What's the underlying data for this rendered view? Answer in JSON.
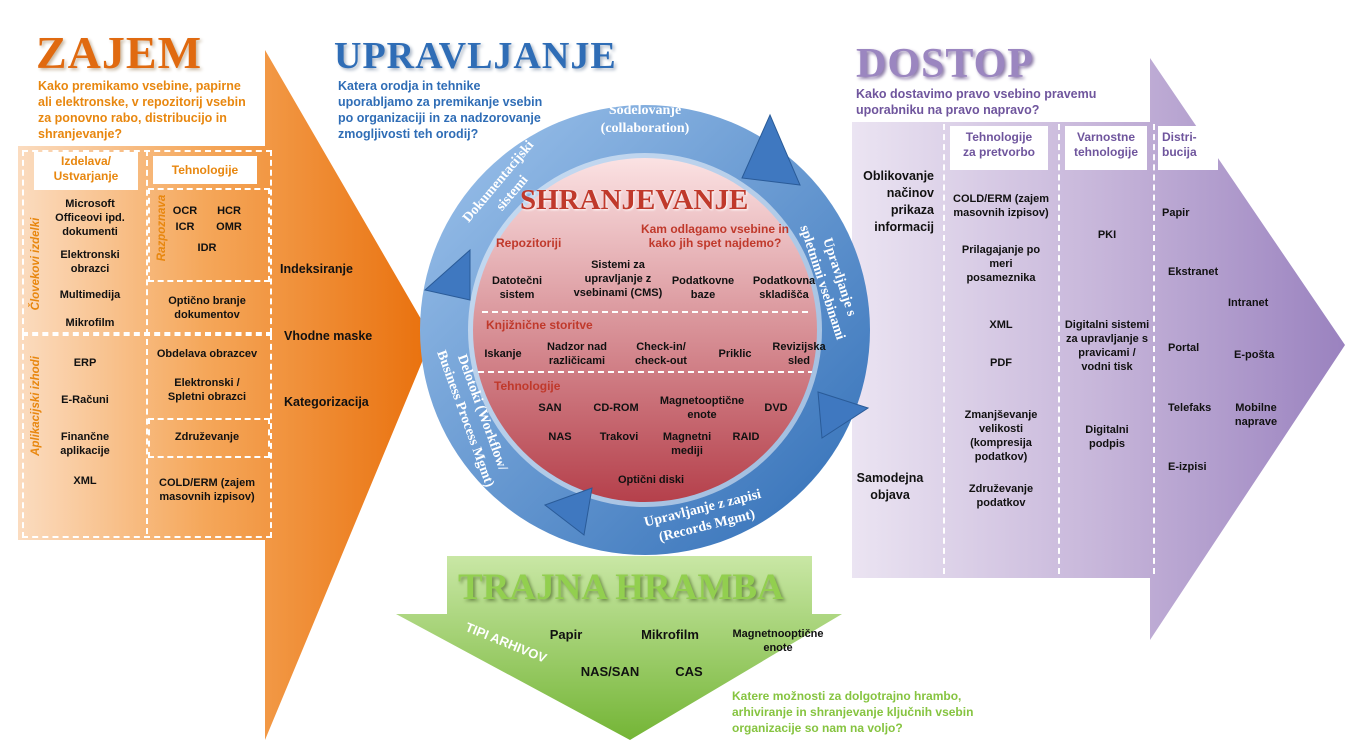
{
  "colors": {
    "orange": "#f18a1f",
    "blue": "#2f6db6",
    "purple": "#7d64a8",
    "green": "#86c440",
    "red": "#c0392b"
  },
  "zajem": {
    "title": "ZAJEM",
    "question": "Kako  premikamo vsebine, papirne\nali elektronske, v repozitorij vsebin\nza ponovno rabo, distribucijo in\nshranjevanje?",
    "col1_header": "Izdelava/\nUstvarjanje",
    "col2_header": "Tehnologije",
    "side1": "Človekovi izdelki",
    "side2": "Aplikacijski izhodi",
    "razpoznava": "Razpoznava",
    "human": [
      "Microsoft\nOfficeovi ipd.\ndokumenti",
      "Elektronski\nobrazci",
      "Multimedija",
      "Mikrofilm"
    ],
    "apps": [
      "ERP",
      "E-Računi",
      "Finančne\naplikacije",
      "XML"
    ],
    "ocr": "OCR",
    "hcr": "HCR",
    "icr": "ICR",
    "omr": "OMR",
    "idr": "IDR",
    "tech": [
      "Optično branje\ndokumentov",
      "Obdelava obrazcev",
      "Elektronski /\nSpletni obrazci",
      "Združevanje",
      "COLD/ERM (zajem\nmasovnih izpisov)"
    ],
    "arrow_items": [
      "Indeksiranje",
      "Vhodne maske",
      "Kategorizacija"
    ]
  },
  "upravljanje": {
    "title": "UPRAVLJANJE",
    "question": "Katera orodja in tehnike\nuporabljamo za premikanje vsebin\npo organizaciji  in za nadzorovanje\nzmogljivosti teh orodij?",
    "ring_top": "Sodelovanje\n(collaboration)",
    "ring_left_top": "Dokumentacijski\nsistemi",
    "ring_right": "Upravljanje s\nspletnimi vsebinami",
    "ring_bottom": "Upravljanje z zapisi\n(Records Mgmt)",
    "ring_left": "Delotoki (Workflow/\nBusiness Process Mgmt)"
  },
  "shranjevanje": {
    "title": "SHRANJEVANJE",
    "question": "Kam odlagamo vsebine in\nkako jih spet najdemo?",
    "repo_label": "Repozitoriji",
    "repos": [
      "Datotečni\nsistem",
      "Sistemi za\nupravljanje z\nvsebinami (CMS)",
      "Podatkovne\nbaze",
      "Podatkovna\nskladišča"
    ],
    "lib_label": "Knjižnične storitve",
    "libs": [
      "Iskanje",
      "Nadzor nad\nrazličicami",
      "Check-in/\ncheck-out",
      "Priklic",
      "Revizijska\nsled"
    ],
    "tech_label": "Tehnologije",
    "tech": [
      "SAN",
      "CD-ROM",
      "Magnetooptične\nenote",
      "DVD",
      "NAS",
      "Trakovi",
      "Magnetni\nmediji",
      "RAID",
      "Optični diski"
    ]
  },
  "dostop": {
    "title": "DOSTOP",
    "question": "Kako dostavimo pravo vsebino pravemu\nuporabniku na pravo napravo?",
    "left1": "Oblikovanje\nnačinov\nprikaza\ninformacij",
    "left2": "Samodejna\nobjava",
    "col1_header": "Tehnologije\nza pretvorbo",
    "col2_header": "Varnostne\ntehnologije",
    "col3_header": "Distri-\nbucija",
    "col1": [
      "COLD/ERM (zajem\nmasovnih izpisov)",
      "Prilagajanje po\nmeri\nposameznika",
      "XML",
      "PDF",
      "Zmanjševanje\nvelikosti\n(kompresija\npodatkov)",
      "Združevanje\npodatkov"
    ],
    "col2": [
      "PKI",
      "Digitalni sistemi\nza upravljanje s\npravicami /\nvodni tisk",
      "Digitalni\npodpis"
    ],
    "col3": [
      "Papir",
      "Ekstranet",
      "Intranet",
      "Portal",
      "E-pošta",
      "Telefaks",
      "Mobilne\nnaprave",
      "E-izpisi"
    ]
  },
  "hramba": {
    "title": "TRAJNA HRAMBA",
    "tipi": "TIPI ARHIVOV",
    "items": [
      "Papir",
      "Mikrofilm",
      "Magnetnooptične\nenote",
      "NAS/SAN",
      "CAS"
    ],
    "question": "Katere možnosti  za dolgotrajno hrambo,\narhiviranje in shranjevanje  ključnih vsebin\norganizacije so nam na voljo?"
  }
}
